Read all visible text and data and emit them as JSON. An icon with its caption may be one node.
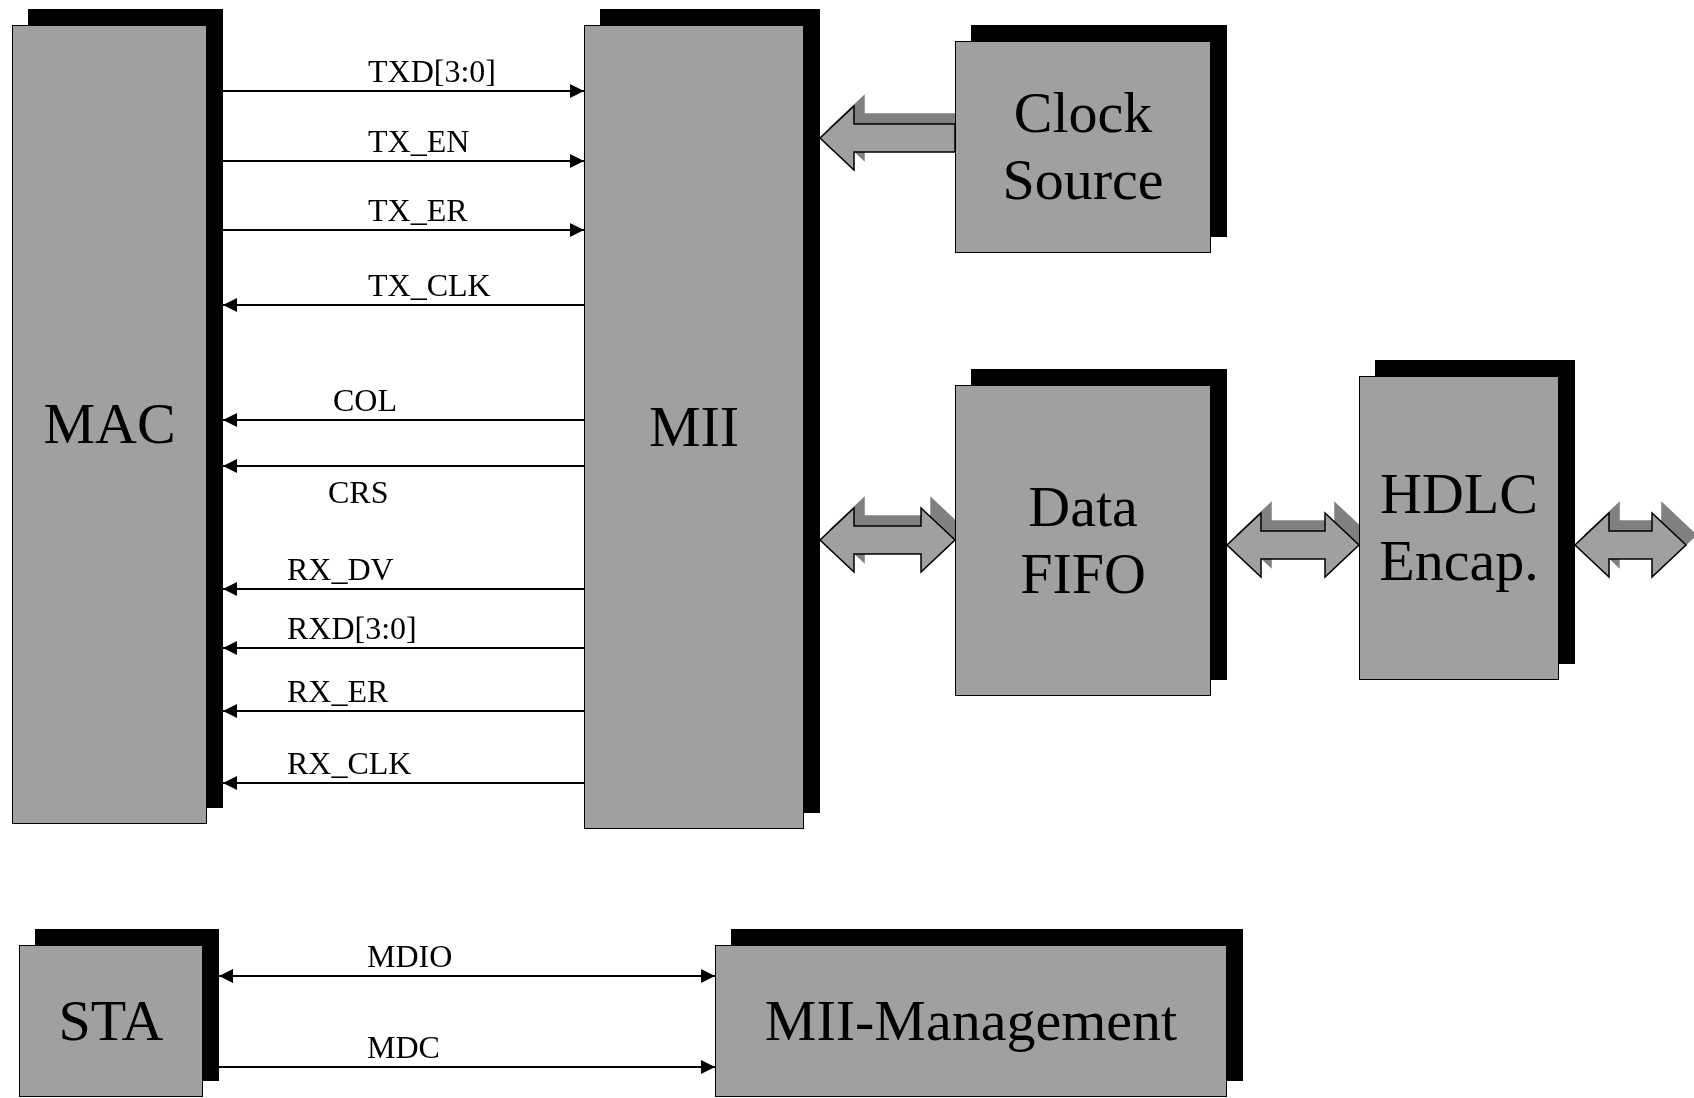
{
  "diagram": {
    "nodes": [
      {
        "text": [
          "MAC"
        ]
      },
      {
        "text": [
          "MII"
        ]
      },
      {
        "text": [
          "Clock Source"
        ]
      },
      {
        "text": [
          "Data FIFO"
        ]
      },
      {
        "text": [
          "HDLC Encap."
        ]
      },
      {
        "text": [
          "STA"
        ]
      },
      {
        "text": [
          "MII-Management"
        ]
      }
    ],
    "edges": [
      {
        "from": 0,
        "to": 1,
        "arrow": "to",
        "label": "TXD[3:0]"
      },
      {
        "from": 0,
        "to": 1,
        "arrow": "to",
        "label": "TX_EN"
      },
      {
        "from": 0,
        "to": 1,
        "arrow": "to",
        "label": "TX_ER"
      },
      {
        "from": 1,
        "to": 0,
        "arrow": "to",
        "label": "TX_CLK"
      },
      {
        "from": 1,
        "to": 0,
        "arrow": "to",
        "label": "COL"
      },
      {
        "from": 1,
        "to": 0,
        "arrow": "to",
        "label": "CRS"
      },
      {
        "from": 1,
        "to": 0,
        "arrow": "to",
        "label": "RX_DV"
      },
      {
        "from": 1,
        "to": 0,
        "arrow": "to",
        "label": "RXD[3:0]"
      },
      {
        "from": 1,
        "to": 0,
        "arrow": "to",
        "label": "RX_ER"
      },
      {
        "from": 1,
        "to": 0,
        "arrow": "to",
        "label": "RX_CLK"
      },
      {
        "from": 5,
        "to": 6,
        "arrow": "both",
        "label": "MDIO"
      },
      {
        "from": 5,
        "to": 6,
        "arrow": "to",
        "label": "MDC"
      },
      {
        "from": 2,
        "to": 1,
        "arrow": "to",
        "style": "thick"
      },
      {
        "from": 1,
        "to": 3,
        "arrow": "both",
        "style": "thick"
      },
      {
        "from": 3,
        "to": 4,
        "arrow": "both",
        "style": "thick"
      },
      {
        "from": 4,
        "to": null,
        "arrow": "both",
        "style": "thick"
      }
    ]
  }
}
